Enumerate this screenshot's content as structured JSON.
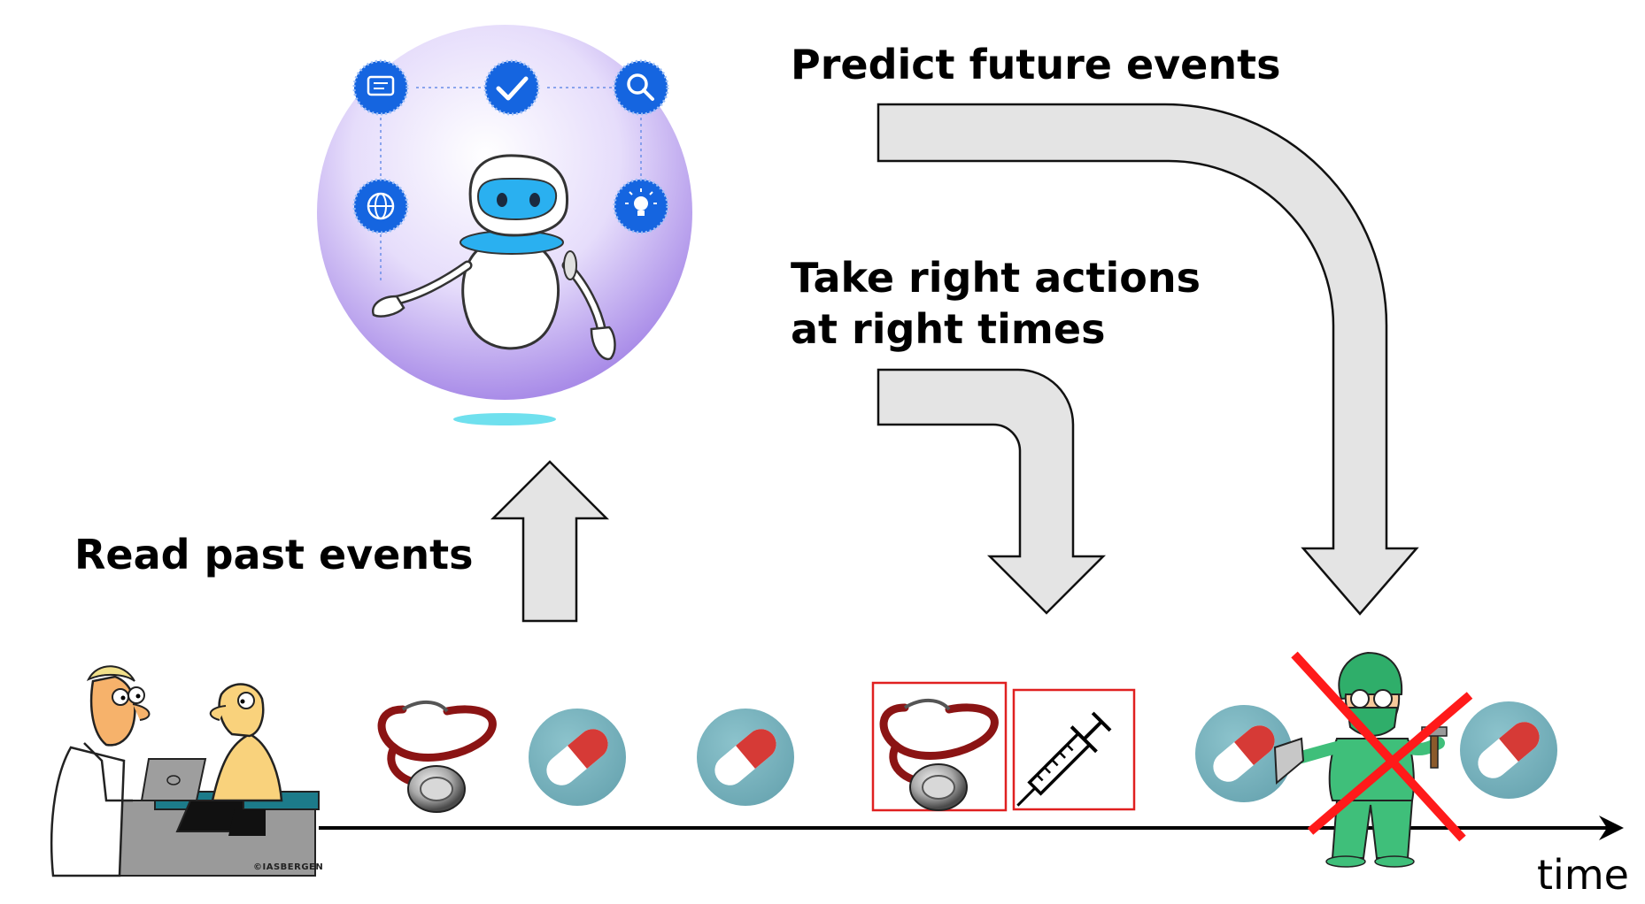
{
  "labels": {
    "predict": "Predict future events",
    "take_line1": "Take right actions",
    "take_line2": "at right times",
    "read": "Read past events",
    "time": "time",
    "credit": "©IASBERGEN"
  },
  "colors": {
    "arrow_fill": "#e4e4e4",
    "arrow_stroke": "#111111",
    "axis": "#000000",
    "highlight_box": "#e02020",
    "cross": "#ff1a1a",
    "pill_circle": "#79b4bf",
    "pill_red": "#d63a36",
    "stethoscope_tube": "#8b1414",
    "sphere": "#c8b6f4",
    "robot_visor": "#2ab0f0",
    "surgeon_green": "#3fbf7a"
  },
  "icons": {
    "robot": "ai-robot-icon",
    "doctor_patient": "doctor-patient-cartoon-icon",
    "stethoscope": "stethoscope-icon",
    "pill": "pill-capsule-icon",
    "syringe": "syringe-icon",
    "surgeon": "surgeon-icon",
    "cross": "red-x-icon"
  },
  "timeline_events": [
    {
      "icon": "doctor-patient-cartoon-icon",
      "highlighted": false,
      "crossed": false
    },
    {
      "icon": "stethoscope-icon",
      "highlighted": false,
      "crossed": false
    },
    {
      "icon": "pill-capsule-icon",
      "highlighted": false,
      "crossed": false
    },
    {
      "icon": "pill-capsule-icon",
      "highlighted": false,
      "crossed": false
    },
    {
      "icon": "stethoscope-icon",
      "highlighted": true,
      "crossed": false
    },
    {
      "icon": "syringe-icon",
      "highlighted": true,
      "crossed": false
    },
    {
      "icon": "pill-capsule-icon",
      "highlighted": false,
      "crossed": false
    },
    {
      "icon": "surgeon-icon",
      "highlighted": false,
      "crossed": true
    },
    {
      "icon": "pill-capsule-icon",
      "highlighted": false,
      "crossed": false
    }
  ]
}
